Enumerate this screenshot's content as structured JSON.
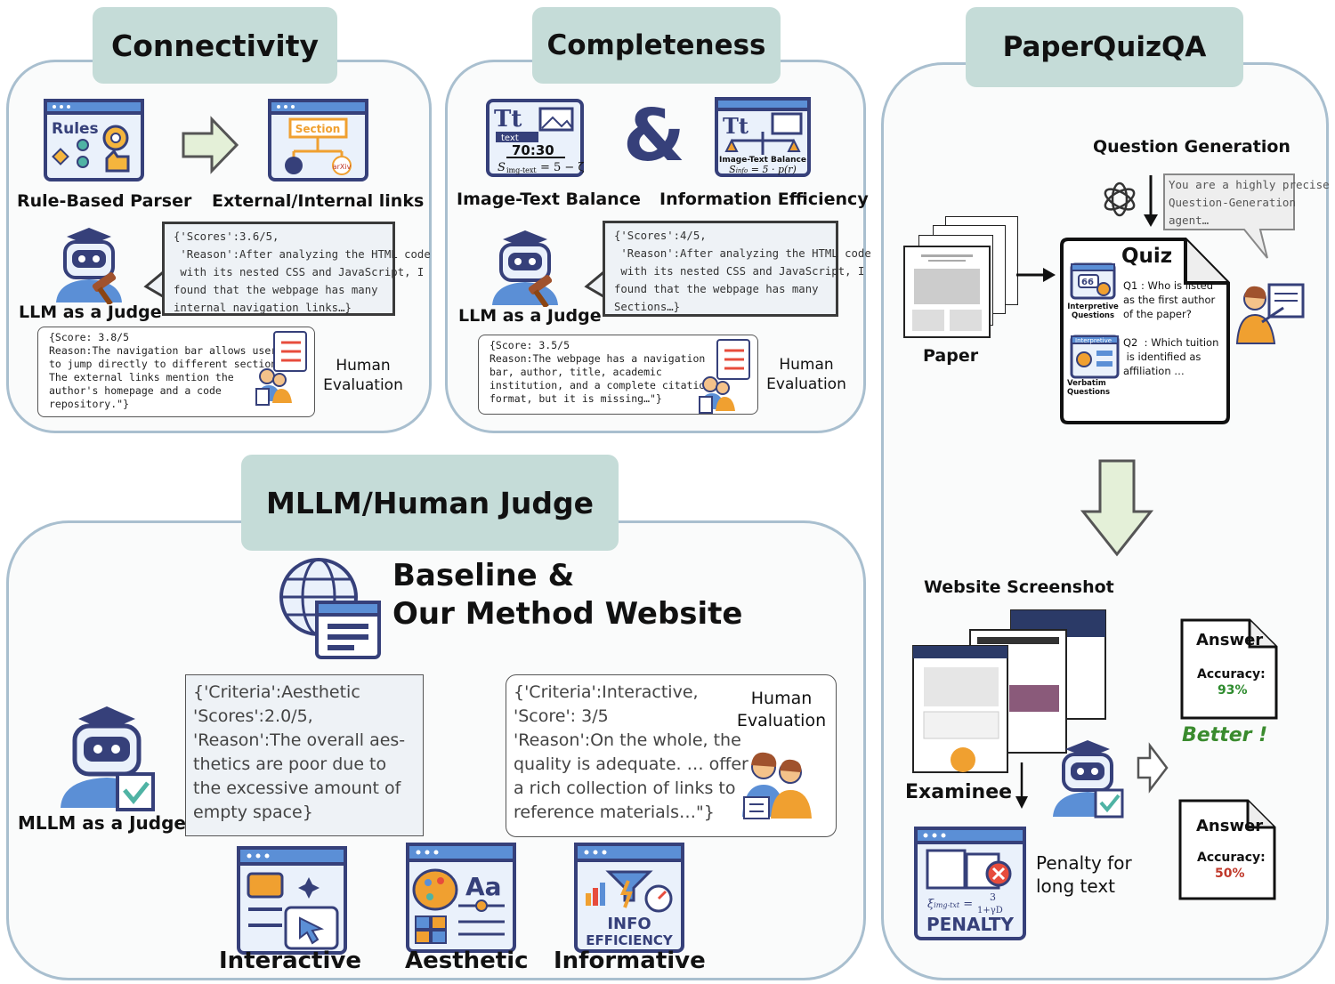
{
  "connectivity": {
    "title": "Connectivity",
    "rule_parser": "Rule-Based Parser",
    "links": "External/Internal links",
    "rules_text": "Rules",
    "section_text": "Section",
    "arxiv_text": "arXiv",
    "llm_judge": "LLM as a Judge",
    "llm_output": "{'Scores':3.6/5,\n 'Reason':After analyzing the HTML code\n with its nested CSS and JavaScript, I\nfound that the webpage has many\ninternal navigation links…}",
    "human_output": "{Score: 3.8/5\nReason:The navigation bar allows users\nto jump directly to different sections.\nThe external links mention the\nauthor's homepage and a code\nrepository.\"}",
    "human_eval": "Human\nEvaluation"
  },
  "completeness": {
    "title": "Completeness",
    "balance": "Image-Text Balance",
    "efficiency": "Information Efficiency",
    "amp": "&",
    "ratio": "70:30",
    "tt": "Tt",
    "text_tag": "text",
    "balance_caption": "Image-Text Balance",
    "llm_judge": "LLM as a Judge",
    "llm_output": "{'Scores':4/5,\n 'Reason':After analyzing the HTML code\n with its nested CSS and JavaScript, I\nfound that the webpage has many\nSections…}",
    "human_output": "{Score: 3.5/5\nReason:The webpage has a navigation\nbar, author, title, academic\ninstitution, and a complete citation\nformat, but it is missing…\"}",
    "human_eval": "Human\nEvaluation"
  },
  "paperquiz": {
    "title": "PaperQuizQA",
    "question_generation": "Question Generation",
    "prompt": "You are a highly precise\nQuestion-Generation\nagent…",
    "paper": "Paper",
    "quiz": "Quiz",
    "q1": "Q1 : Who is listed\nas the first author\nof the paper?",
    "q2": "Q2  : Which tuition\n is identified as\naffiliation …",
    "interpretive_questions": "Interpretive\nQuestions",
    "verbatim_questions": "Verbatim\nQuestions",
    "interpretive_tag": "Interpretive",
    "website_screenshot": "Website Screenshot",
    "examinee": "Examinee",
    "penalty_for_long_text": "Penalty for\nlong text",
    "penalty_word": "PENALTY",
    "answer1": {
      "label": "Answer",
      "acc_label": "Accuracy:",
      "acc_value": "93%",
      "color": "#2e8b2e"
    },
    "answer2": {
      "label": "Answer",
      "acc_label": "Accuracy:",
      "acc_value": "50%",
      "color": "#c0392b"
    },
    "better": "Better !"
  },
  "judge": {
    "title": "MLLM/Human Judge",
    "baseline": "Baseline &\nOur Method Website",
    "mllm_judge": "MLLM as a Judge",
    "mllm_output": "{'Criteria':Aesthetic\n'Scores':2.0/5,\n'Reason':The overall aes-\nthetics are poor due to\nthe excessive amount of\nempty space}",
    "human_output": "{'Criteria':Interactive,\n'Score': 3/5\n'Reason':On the whole, the\nquality is adequate. … offer\na rich collection of links to\nreference materials…\"}",
    "human_eval": "Human\nEvaluation",
    "interactive": "Interactive",
    "aesthetic": "Aesthetic",
    "informative": "Informative",
    "aa": "Aa",
    "info": "INFO",
    "efficiency": "EFFICIENCY"
  },
  "colors": {
    "panel_border": "#a9bfcf",
    "tab_fill": "#c5dcd8",
    "icon_navy": "#36407a",
    "icon_blue": "#5b8fd6",
    "icon_orange": "#f0a030",
    "arrow_green": "#e4f0d8"
  }
}
